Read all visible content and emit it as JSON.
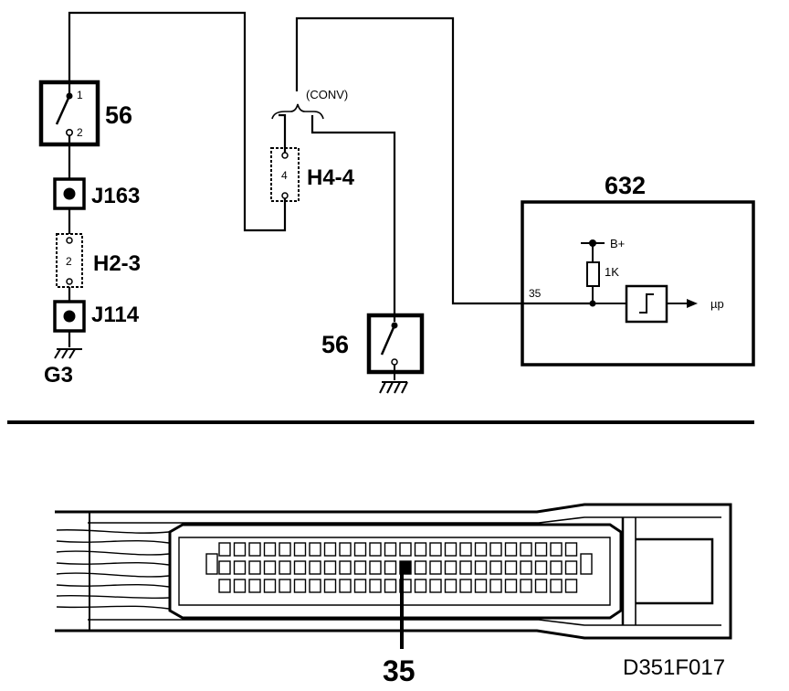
{
  "schematic": {
    "switch_top": {
      "ref": "56",
      "pin_top": "1",
      "pin_bottom": "2"
    },
    "junction_upper": "J163",
    "connector_left": {
      "ref": "H2-3",
      "pin": "2"
    },
    "junction_lower": "J114",
    "ground_left": "G3",
    "conv_label": "(CONV)",
    "connector_mid": {
      "ref": "H4-4",
      "pin": "4"
    },
    "switch_bottom": {
      "ref": "56"
    },
    "control_unit": {
      "ref": "632",
      "supply": "B+",
      "resistor": "1K",
      "input_pin": "35",
      "output": "µp"
    }
  },
  "connector_view": {
    "highlighted_pin": "35"
  },
  "figure_code": "D351F017"
}
